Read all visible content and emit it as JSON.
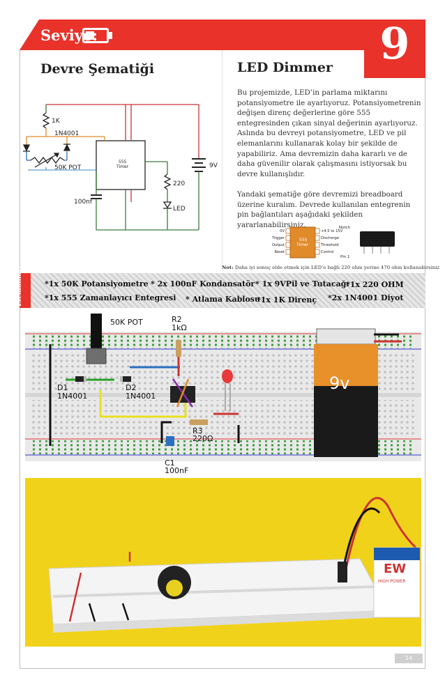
{
  "header": {
    "level_label": "Seviye:",
    "project_number": "9"
  },
  "schematic": {
    "title": "Devre Şematiği",
    "labels": {
      "r1": "1K",
      "d1": "1N4001",
      "pot": "50K POT",
      "cap": "100nf",
      "res": "220",
      "led": "LED",
      "battery": "9V",
      "ic_name": "555",
      "ic_sub": "Timer"
    }
  },
  "article": {
    "title": "LED Dimmer",
    "paragraphs": [
      "Bu projemizde, LED’in parlama miktarını potansiyometre ile ayarlıyoruz. Potansiyometrenin değişen direnç değerlerine göre 555 entegresinden çıkan sinyal değerinin ayarlıyoruz. Aslında bu devreyi potansiyometre, LED ve pil elemanlarını kullanarak kolay bir şekilde de yapabiliriz. Ama devremizin daha kararlı ve de daha güvenilir olarak çalışmasını istiyorsak bu devre kullanışlıdır.",
      "Yandaki şematiğe göre devremizi breadboard üzerine kuralım. Devrede kullanılan entegrenin pin bağlantıları aşağıdaki şekilden yararlanabilirsiniz."
    ],
    "note_label": "Not:",
    "note_text": "Daha iyi sonuç elde etmek için LED’e bağlı 220 ohm yerine 470 ohm kullanabirsiniz",
    "pinout": {
      "left_pins": [
        "0V",
        "Trigger",
        "Output",
        "Reset"
      ],
      "right_pins": [
        "+4.5 to 15V",
        "Discharge",
        "Threshold",
        "Control"
      ],
      "ic_name": "555",
      "ic_sub": "Timer",
      "notch_label": "Notch",
      "pin1_label": "Pin 1"
    }
  },
  "elements": {
    "tab_label": "Elemanlar:",
    "items": [
      "*1x 50K Potansiyometre",
      "* 2x 100nF Kondansatör",
      "* 1x 9VPil ve Tutacağı",
      "*1x 220 OHM",
      "*1x 555 Zamanlayıcı Entegresi",
      "* Atlama Kablosu",
      "*1x 1K Direnç",
      "*2x 1N4001 Diyot"
    ]
  },
  "breadboard": {
    "pot_label": "50K POT",
    "r2_label": "R2",
    "r2_value": "1kΩ",
    "d1_label": "D1",
    "d1_value": "1N4001",
    "d2_label": "D2",
    "d2_value": "1N4001",
    "r3_label": "R3",
    "r3_value": "220Ω",
    "c1_label": "C1",
    "c1_value": "100nF",
    "battery_label": "9v"
  },
  "photo": {
    "battery_brand": "EW",
    "battery_text": "HIGH POWER"
  },
  "footer": {
    "page_number": "14"
  }
}
